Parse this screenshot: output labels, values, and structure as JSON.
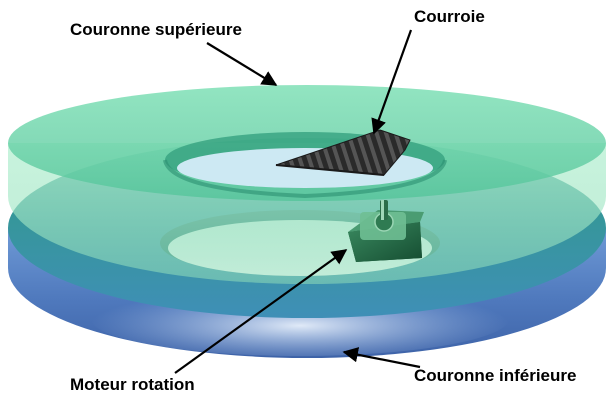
{
  "labels": {
    "top_crown": "Couronne supérieure",
    "belt": "Courroie",
    "motor": "Moteur rotation",
    "bottom_crown": "Couronne inférieure"
  },
  "colors": {
    "top_crown": "#66d4aa",
    "bottom_crown": "#5a86c8",
    "belt": "#2e2e2e",
    "motor": "#1f6b45",
    "arrow": "#000000"
  }
}
